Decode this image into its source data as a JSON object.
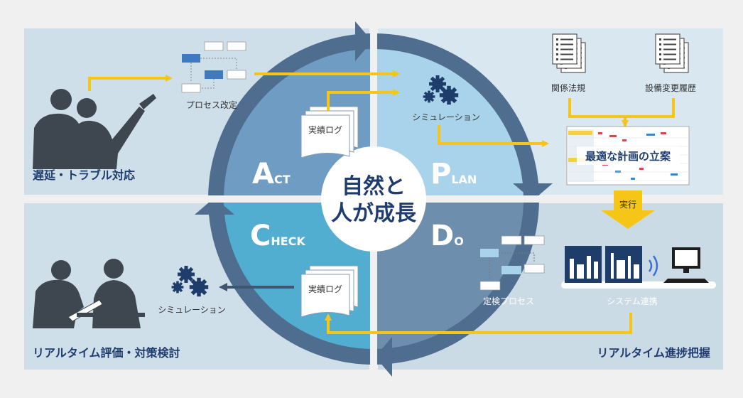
{
  "center": {
    "line1": "自然と",
    "line2": "人が成長"
  },
  "phases": {
    "act": {
      "big": "A",
      "small": "CT"
    },
    "plan": {
      "big": "P",
      "small": "LAN"
    },
    "check": {
      "big": "C",
      "small": "HECK"
    },
    "do": {
      "big": "D",
      "small": "O"
    }
  },
  "quadrants": {
    "top_left": {
      "title": "遅延・トラブル対応",
      "process_label": "プロセス改定",
      "log_label": "実績ログ"
    },
    "top_right": {
      "sim_label": "シミュレーション",
      "doc1": "関係法規",
      "doc2": "設備変更履歴",
      "plan_label": "最適な計画の立案"
    },
    "exec_label": "実行",
    "bottom_right": {
      "title": "リアルタイム進捗把握",
      "process_label": "定検プロセス",
      "system_label": "システム連携"
    },
    "bottom_left": {
      "title": "リアルタイム評価・対策検討",
      "sim_label": "シミュレーション",
      "log_label": "実績ログ"
    }
  },
  "colors": {
    "panel_light": "#cfdfe9",
    "panel_top_right": "#d8e7f0",
    "ring": "#4f6d8e",
    "act_fill": "#6e9cc2",
    "plan_fill": "#a9d3ea",
    "check_fill": "#52aed0",
    "do_fill": "#6d8fad",
    "accent_yellow": "#f5c518",
    "title_blue": "#1f3c6e",
    "icon_navy": "#1e3d6b"
  }
}
